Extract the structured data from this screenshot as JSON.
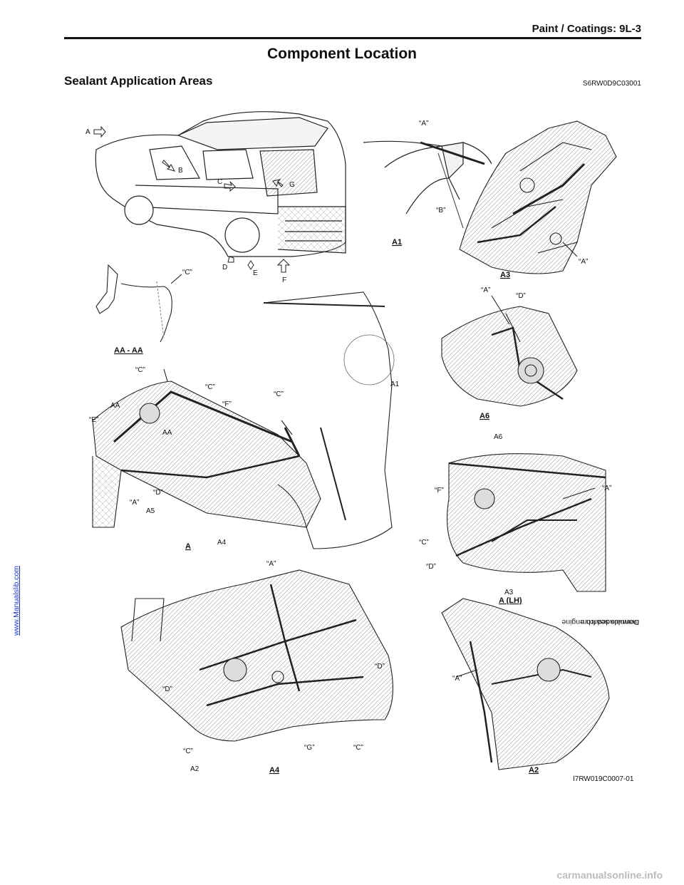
{
  "side_banner": {
    "prefix": "Downloaded from ",
    "link": "www.Manualslib.com",
    "suffix": " manuals search engine"
  },
  "header": {
    "title": "Paint / Coatings:    9L-3"
  },
  "page_title": "Component Location",
  "section": {
    "title": "Sealant Application Areas",
    "code": "S6RW0D9C03001"
  },
  "figure": {
    "id": "I7RW019C0007-01",
    "view_labels": {
      "a1": "A1",
      "a3": "A3",
      "aa": "AA - AA",
      "a6": "A6",
      "a": "A",
      "a_lh": "A (LH)",
      "a4": "A4",
      "a2": "A2"
    },
    "car_arrows": {
      "a": "A",
      "b": "B",
      "c": "C",
      "g": "G",
      "d": "D",
      "e": "E",
      "f": "F"
    },
    "callouts": {
      "a1_a": "“A”",
      "a1_b": "“B”",
      "a3_a": "“A”",
      "aa_c": "“C”",
      "a6_a": "“A”",
      "a6_d": "“D”",
      "main_c1": "“C”",
      "main_c2": "“C”",
      "main_c3": "“C”",
      "main_f": "“F”",
      "main_e": "“E”",
      "main_aa": "AA",
      "main_aa2": "AA",
      "main_a": "“A”",
      "main_d": "“D”",
      "main_a5": "A5",
      "main_a4": "A4",
      "main_a1": "A1",
      "a3v_a6": "A6",
      "a3v_f": "“F”",
      "a3v_a": "“A”",
      "a3v_c": "“C”",
      "a3v_d": "“D”",
      "a3v_a3": "A3",
      "a4_a": "“A”",
      "a4_d1": "“D”",
      "a4_d2": "“D”",
      "a4_c1": "“C”",
      "a4_g": "“G”",
      "a4_c2": "“C”",
      "a4_a2": "A2",
      "a2_a": "“A”"
    }
  },
  "footer": {
    "site": "carmanualsonline.info"
  }
}
